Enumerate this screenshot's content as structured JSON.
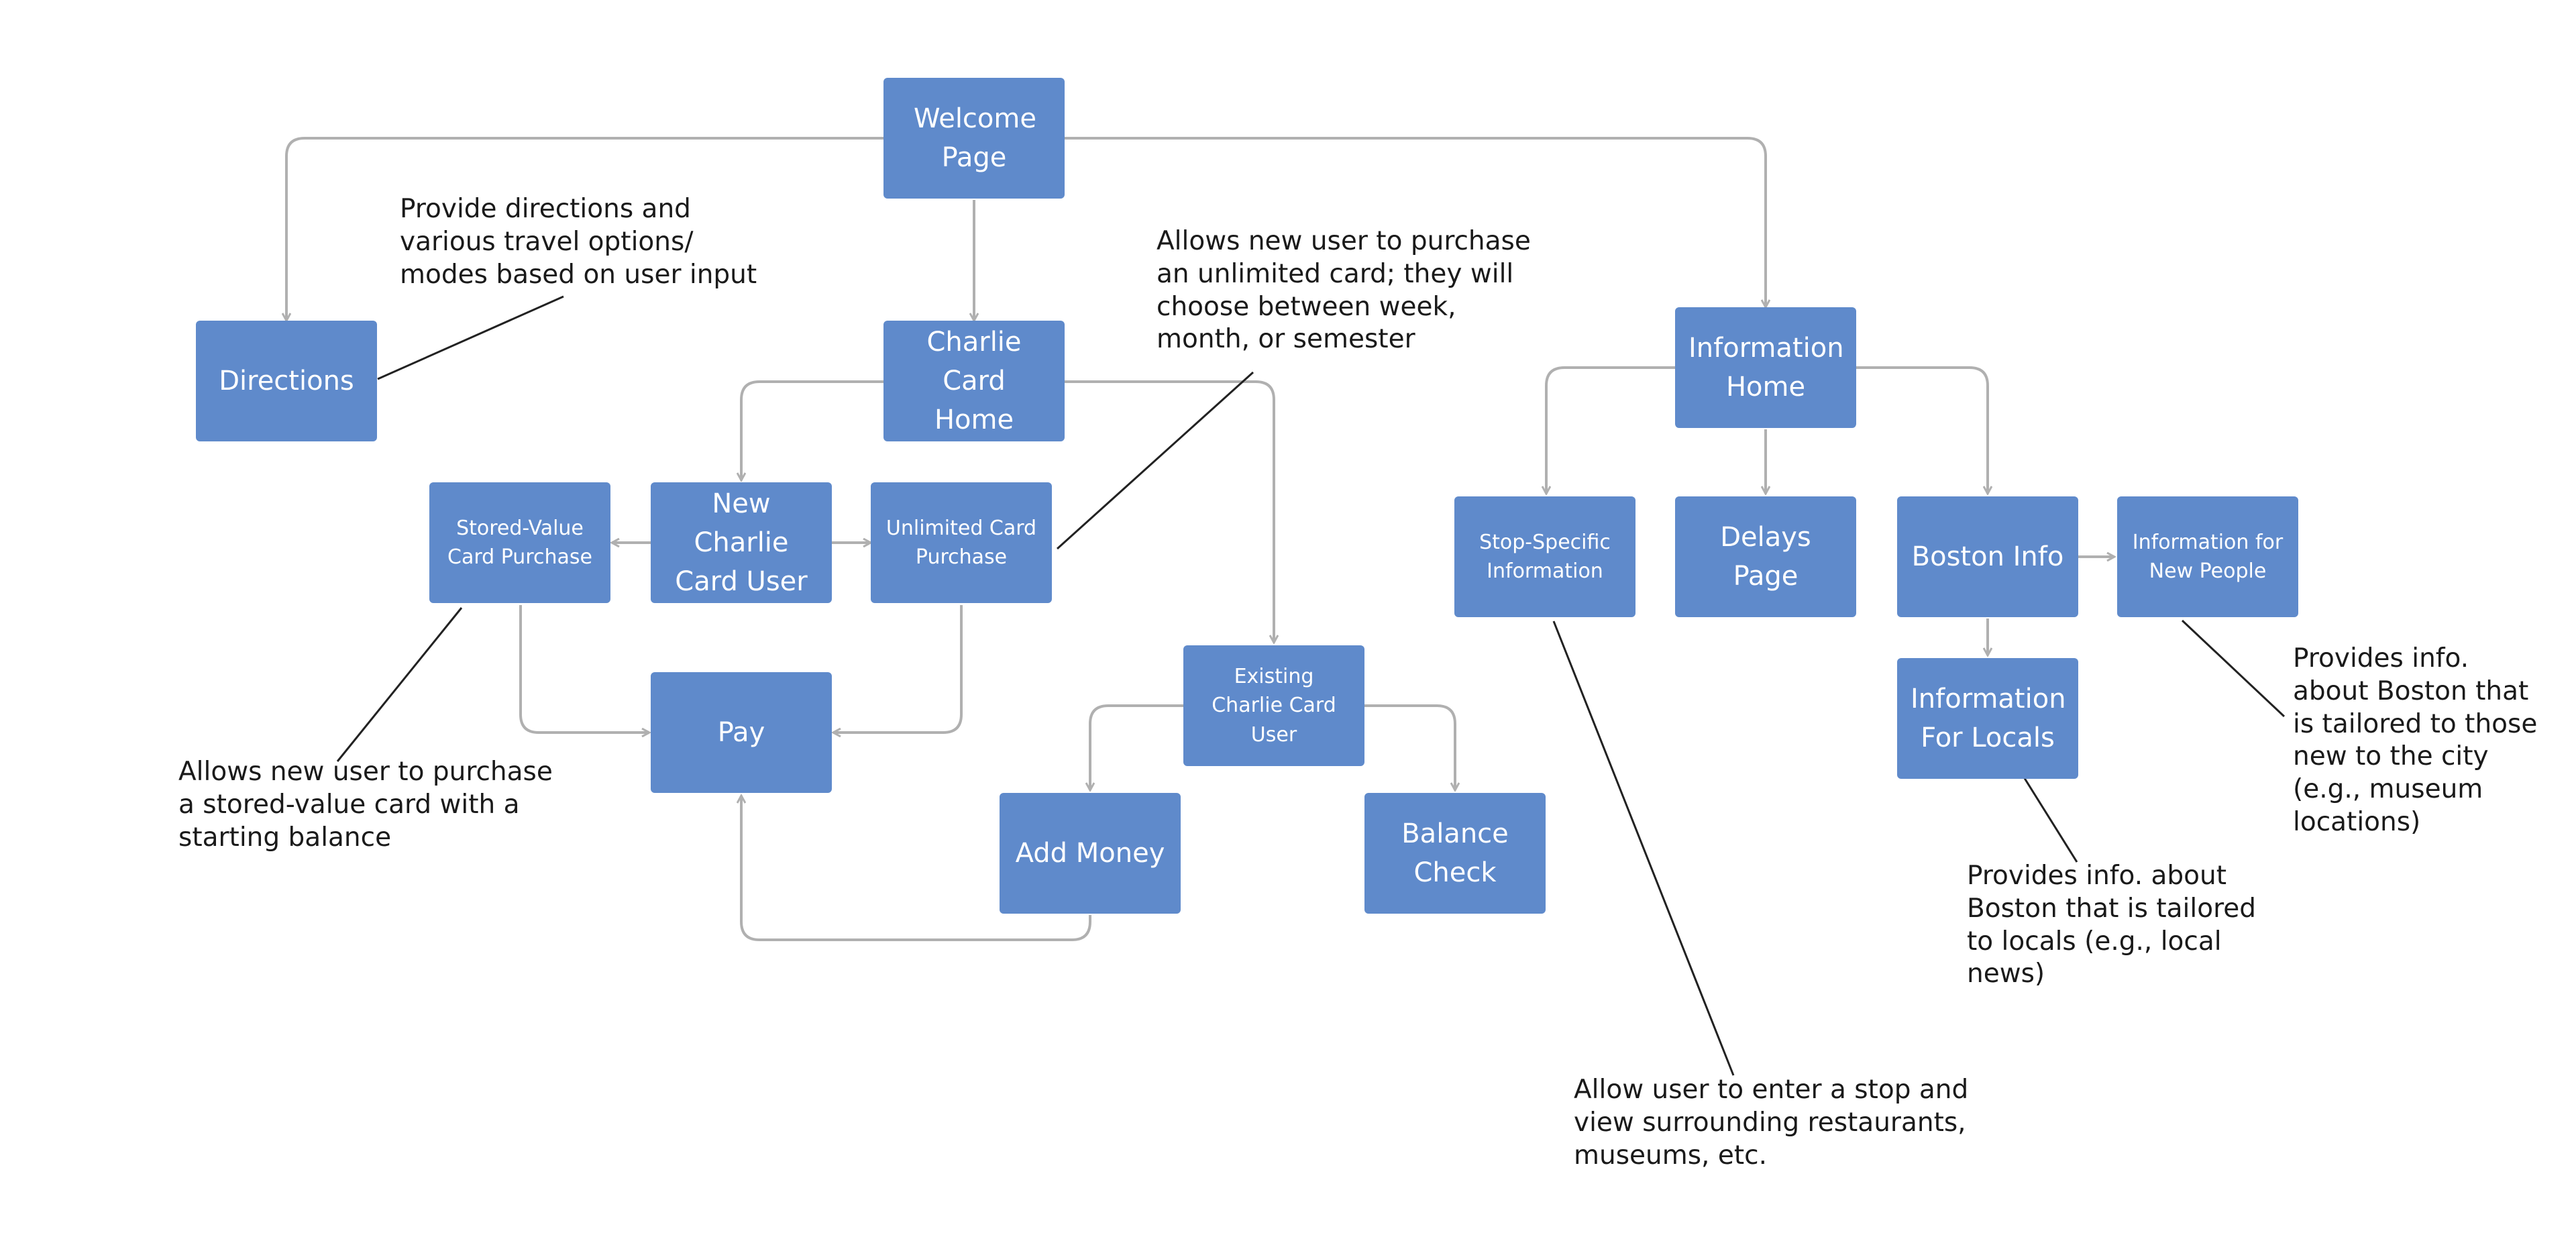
{
  "colors": {
    "node_fill": "#5f8acb",
    "node_text": "#ffffff",
    "connector": "#b0b0b0",
    "callout_line": "#222222",
    "note_text": "#1a1a1a"
  },
  "nodes": {
    "welcome": "Welcome Page",
    "directions": "Directions",
    "charlie_home": "Charlie Card Home",
    "stored_value": "Stored-Value Card Purchase",
    "new_user": "New Charlie Card User",
    "unlimited": "Unlimited Card Purchase",
    "pay": "Pay",
    "existing_user": "Existing Charlie Card User",
    "add_money": "Add Money",
    "balance": "Balance Check",
    "info_home": "Information Home",
    "stop_specific": "Stop-Specific Information",
    "delays": "Delays Page",
    "boston_info": "Boston Info",
    "info_new": "Information for New People",
    "info_locals": "Information For Locals"
  },
  "notes": {
    "directions": "Provide directions and\nvarious travel options/\nmodes based on user input",
    "unlimited": "Allows new user to purchase\nan unlimited card; they will\nchoose between week,\nmonth, or semester",
    "stored_value": "Allows new user to purchase\na stored-value card with a\nstarting balance",
    "stop_specific": "Allow user to enter a stop and\nview surrounding restaurants,\nmuseums, etc.",
    "locals": "Provides info. about\nBoston that is tailored\nto locals (e.g., local\nnews)",
    "new_people": "Provides info.\nabout Boston that\nis tailored to those\nnew to the city\n(e.g., museum\nlocations)"
  }
}
